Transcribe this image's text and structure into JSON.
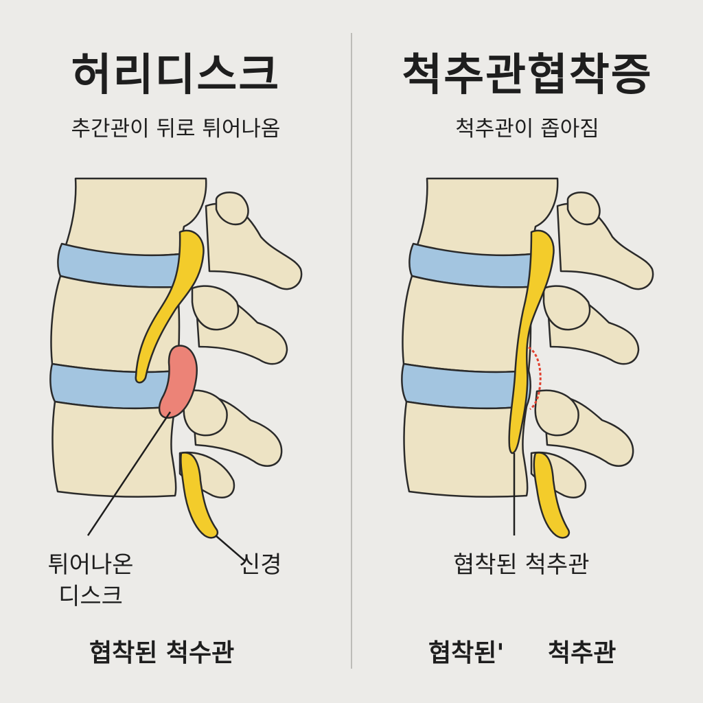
{
  "colors": {
    "background": "#ecebe8",
    "bone": "#ede3c4",
    "disc": "#a3c5e0",
    "nerve": "#f3cc2b",
    "herniation": "#ec8377",
    "narrowing": "#e0402f",
    "outline": "#2a2a2a"
  },
  "left": {
    "title": "허리디스크",
    "subtitle": "추간관이 뒤로 튀어나옴",
    "label_disc_line1": "튀어나온",
    "label_disc_line2": "디스크",
    "label_nerve": "신경",
    "caption": "협착된 척수관"
  },
  "right": {
    "title": "척추관협착증",
    "subtitle": "척추관이 좁아짐",
    "label_canal": "협착된 척추관",
    "caption_part1": "협착된'",
    "caption_part2": "척추관"
  }
}
